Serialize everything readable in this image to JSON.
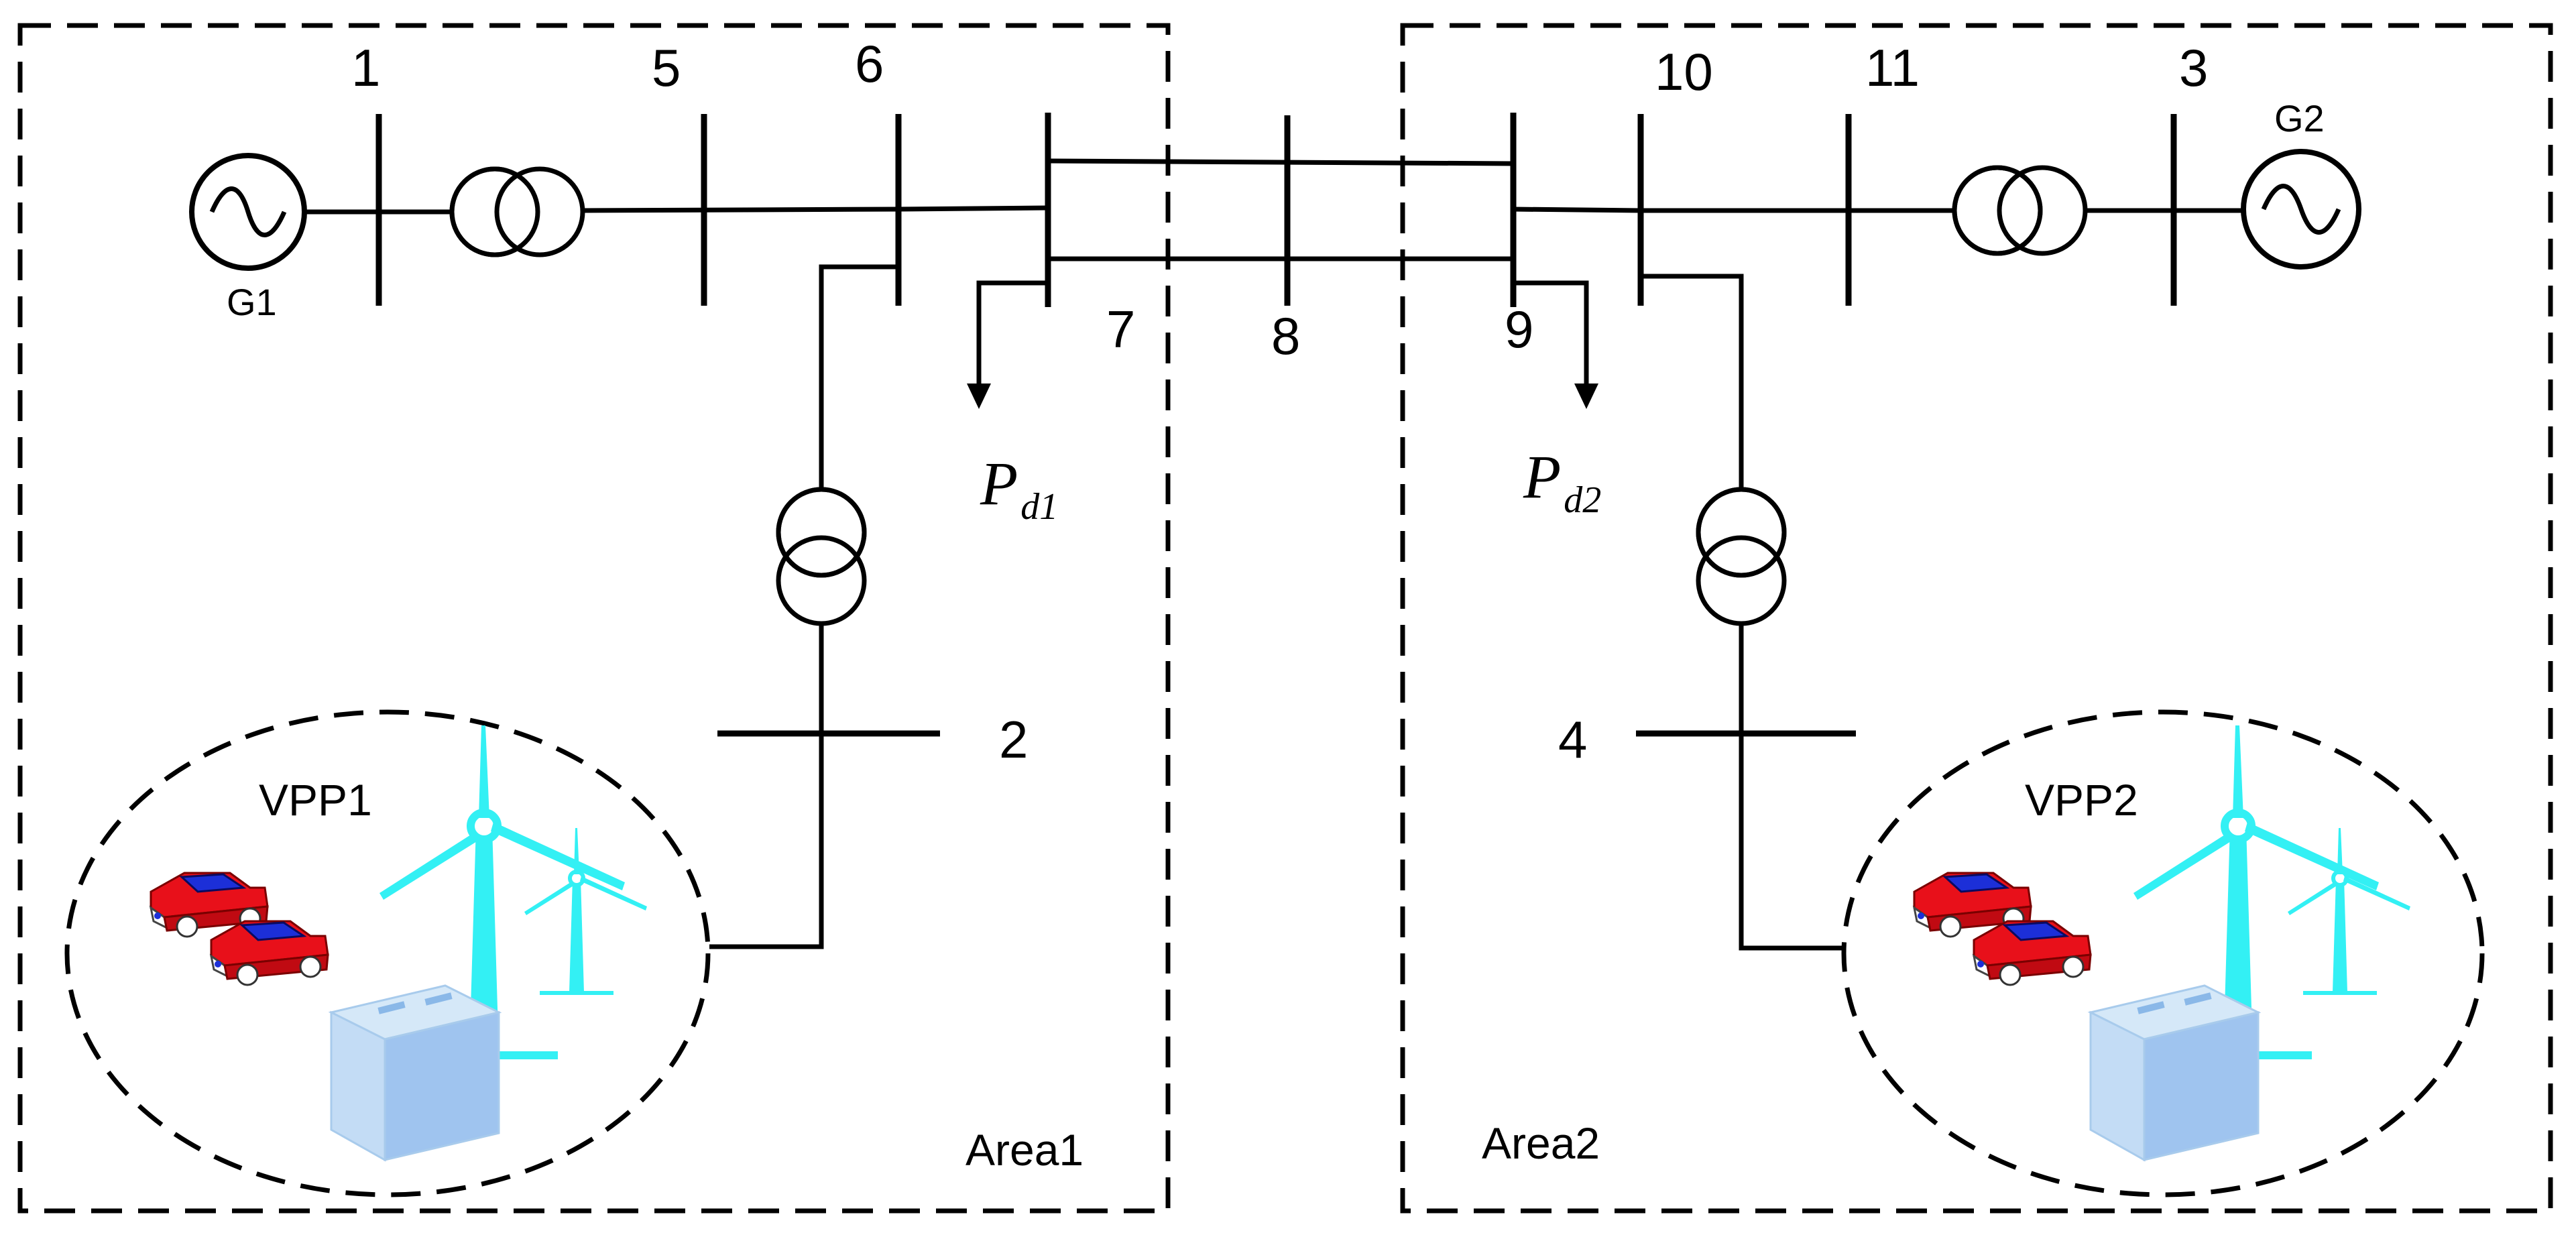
{
  "areas": [
    {
      "label": "Area1"
    },
    {
      "label": "Area2"
    }
  ],
  "buses": {
    "b1": "1",
    "b5": "5",
    "b6": "6",
    "b7": "7",
    "b8": "8",
    "b9": "9",
    "b10": "10",
    "b11": "11",
    "b3": "3",
    "b2": "2",
    "b4": "4"
  },
  "generators": {
    "g1": "G1",
    "g2": "G2"
  },
  "loads": {
    "pd1": {
      "main": "P",
      "sub": "d1"
    },
    "pd2": {
      "main": "P",
      "sub": "d2"
    }
  },
  "vpps": {
    "vpp1": "VPP1",
    "vpp2": "VPP2"
  },
  "icons": [
    "generator-icon",
    "transformer-icon",
    "load-arrow-icon",
    "electric-car-icon",
    "wind-turbine-icon",
    "battery-icon"
  ],
  "colors": {
    "line": "#000000",
    "car_body": "#e8101a",
    "car_roof": "#1c2fd8",
    "turbine": "#33f0f4",
    "battery": "#b9d8f4"
  }
}
